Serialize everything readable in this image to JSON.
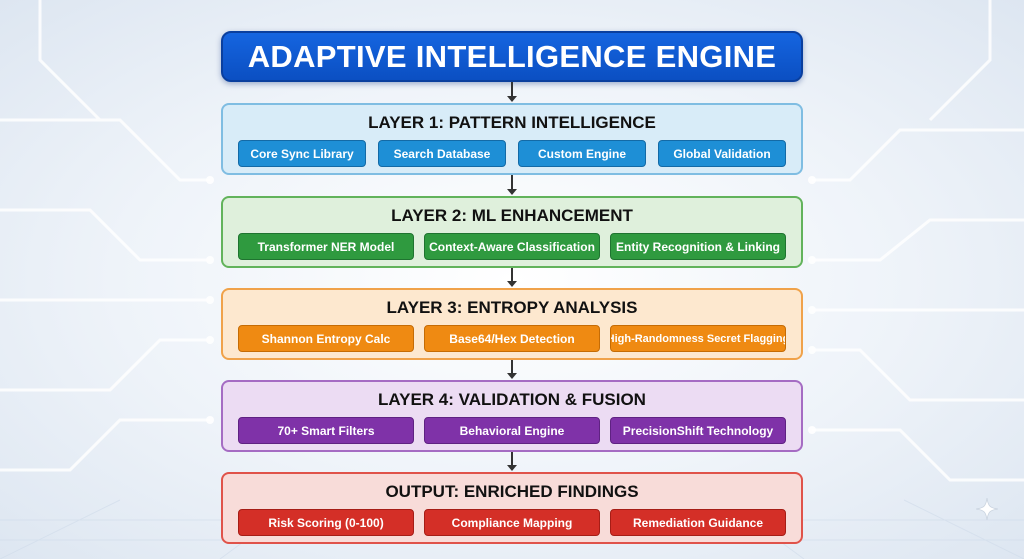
{
  "title": "ADAPTIVE INTELLIGENCE ENGINE",
  "layers": [
    {
      "title": "LAYER 1: PATTERN INTELLIGENCE",
      "items": [
        "Core Sync Library",
        "Search Database",
        "Custom Engine",
        "Global Validation"
      ]
    },
    {
      "title": "LAYER 2: ML ENHANCEMENT",
      "items": [
        "Transformer NER Model",
        "Context-Aware Classification",
        "Entity Recognition & Linking"
      ]
    },
    {
      "title": "LAYER 3: ENTROPY ANALYSIS",
      "items": [
        "Shannon Entropy Calc",
        "Base64/Hex Detection",
        "High-Randomness Secret Flagging"
      ]
    },
    {
      "title": "LAYER 4: VALIDATION & FUSION",
      "items": [
        "70+ Smart Filters",
        "Behavioral Engine",
        "PrecisionShift Technology"
      ]
    },
    {
      "title": "OUTPUT: ENRICHED FINDINGS",
      "items": [
        "Risk Scoring (0-100)",
        "Compliance Mapping",
        "Remediation Guidance"
      ]
    }
  ],
  "colors": {
    "title": "#1565e0",
    "layer1": "#1e8fd6",
    "layer2": "#2f9a3f",
    "layer3": "#ef8a12",
    "layer4": "#7f32a8",
    "output": "#d42f27"
  },
  "icons": {
    "corner": "sparkle-icon",
    "connector": "arrow-down-icon"
  }
}
